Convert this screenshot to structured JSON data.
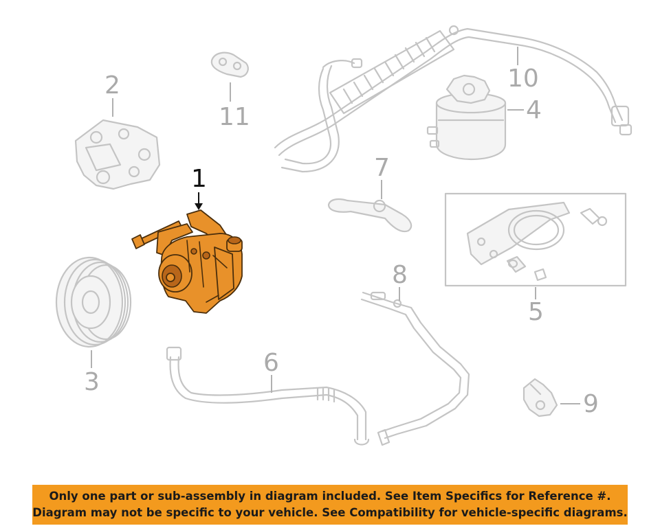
{
  "callouts": {
    "c1": "1",
    "c2": "2",
    "c3": "3",
    "c4": "4",
    "c5": "5",
    "c6": "6",
    "c7": "7",
    "c8": "8",
    "c9": "9",
    "c10": "10",
    "c11": "11"
  },
  "colors": {
    "highlight_part": "#e8912a",
    "banner_background": "#f39a1e",
    "ghost_parts": "#c4c4c4"
  },
  "banner": {
    "line1": "Only one part or sub-assembly in diagram included. See Item Specifics for Reference #.",
    "line2": "Diagram may not be specific to your vehicle. See Compatibility for vehicle-specific diagrams."
  }
}
